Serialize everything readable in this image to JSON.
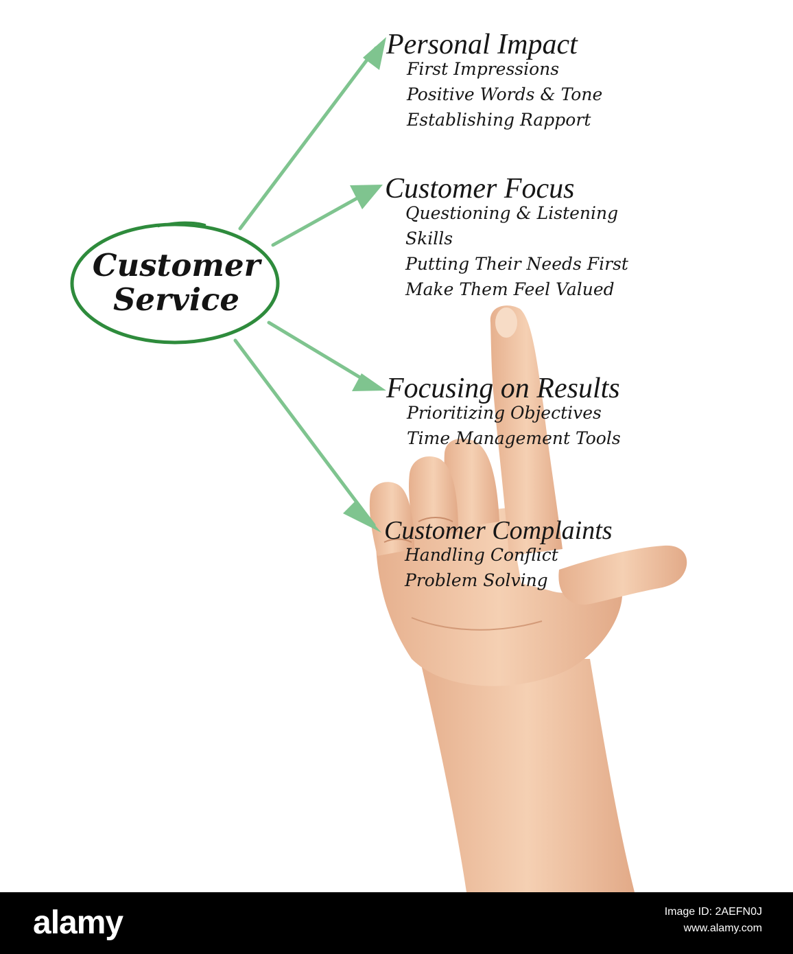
{
  "diagram": {
    "center": {
      "line1": "Customer",
      "line2": "Service"
    },
    "branches": [
      {
        "title": "Personal Impact",
        "items": [
          "First Impressions",
          "Positive Words & Tone",
          "Establishing Rapport"
        ]
      },
      {
        "title": "Customer Focus",
        "items": [
          "Questioning & Listening",
          "Skills",
          "Putting Their Needs First",
          "Make Them Feel Valued"
        ]
      },
      {
        "title": "Focusing on Results",
        "items": [
          "Prioritizing Objectives",
          "Time Management Tools"
        ]
      },
      {
        "title": "Customer Complaints",
        "items": [
          "Handling Conflict",
          "Problem Solving"
        ]
      }
    ]
  },
  "colors": {
    "ellipse": "#2e8b3c",
    "arrow": "#7fc48f",
    "text": "#161616",
    "skin": "#f0c6a4",
    "footer_bg": "#000000"
  },
  "footer": {
    "brand": "alamy",
    "image_id": "Image ID: 2AEFN0J",
    "site": "www.alamy.com"
  }
}
